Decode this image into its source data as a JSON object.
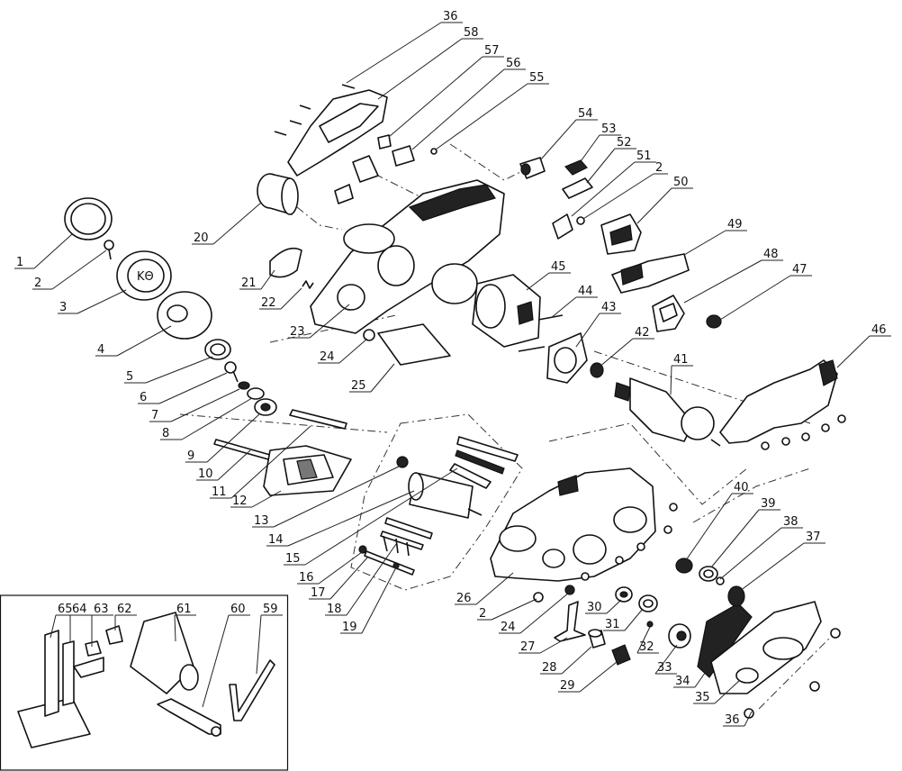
{
  "callouts": [
    {
      "label": "1"
    },
    {
      "label": "2"
    },
    {
      "label": "3"
    },
    {
      "label": "4"
    },
    {
      "label": "5"
    },
    {
      "label": "6"
    },
    {
      "label": "7"
    },
    {
      "label": "8"
    },
    {
      "label": "9"
    },
    {
      "label": "10"
    },
    {
      "label": "11"
    },
    {
      "label": "12"
    },
    {
      "label": "13"
    },
    {
      "label": "14"
    },
    {
      "label": "15"
    },
    {
      "label": "16"
    },
    {
      "label": "17"
    },
    {
      "label": "18"
    },
    {
      "label": "19"
    },
    {
      "label": "20"
    },
    {
      "label": "21"
    },
    {
      "label": "22"
    },
    {
      "label": "23"
    },
    {
      "label": "24"
    },
    {
      "label": "25"
    },
    {
      "label": "26"
    },
    {
      "label": "2"
    },
    {
      "label": "24"
    },
    {
      "label": "27"
    },
    {
      "label": "28"
    },
    {
      "label": "29"
    },
    {
      "label": "30"
    },
    {
      "label": "31"
    },
    {
      "label": "32"
    },
    {
      "label": "33"
    },
    {
      "label": "34"
    },
    {
      "label": "35"
    },
    {
      "label": "36"
    },
    {
      "label": "37"
    },
    {
      "label": "38"
    },
    {
      "label": "39"
    },
    {
      "label": "40"
    },
    {
      "label": "41"
    },
    {
      "label": "42"
    },
    {
      "label": "43"
    },
    {
      "label": "44"
    },
    {
      "label": "45"
    },
    {
      "label": "46"
    },
    {
      "label": "47"
    },
    {
      "label": "48"
    },
    {
      "label": "49"
    },
    {
      "label": "50"
    },
    {
      "label": "2"
    },
    {
      "label": "51"
    },
    {
      "label": "52"
    },
    {
      "label": "53"
    },
    {
      "label": "54"
    },
    {
      "label": "55"
    },
    {
      "label": "56"
    },
    {
      "label": "57"
    },
    {
      "label": "58"
    },
    {
      "label": "36"
    },
    {
      "label": "59"
    },
    {
      "label": "60"
    },
    {
      "label": "61"
    },
    {
      "label": "62"
    },
    {
      "label": "63"
    },
    {
      "label": "64"
    },
    {
      "label": "65"
    }
  ],
  "colors": {
    "line": "#111111",
    "background": "#ffffff"
  }
}
